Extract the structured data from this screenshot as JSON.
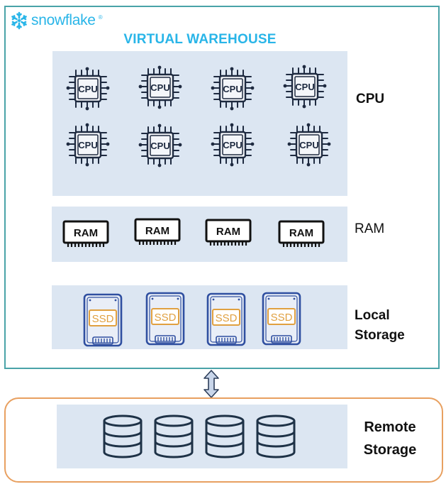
{
  "brand": {
    "name": "snowflake",
    "registered": "®",
    "color": "#29b5e8"
  },
  "title": "VIRTUAL WAREHOUSE",
  "compute": {
    "cpu": {
      "label": "CPU",
      "chip_text": "CPU",
      "count": 8
    },
    "ram": {
      "label": "RAM",
      "chip_text": "RAM",
      "count": 4
    },
    "local_storage": {
      "label_line1": "Local",
      "label_line2": "Storage",
      "chip_text": "SSD",
      "count": 4
    }
  },
  "remote_storage": {
    "label_line1": "Remote",
    "label_line2": "Storage",
    "count": 4
  },
  "colors": {
    "frame": "#4aa3a8",
    "remote_frame": "#e8a060",
    "panel": "#dce6f2",
    "ssd_body": "#2f4fa0",
    "ssd_label": "#e0a040"
  }
}
